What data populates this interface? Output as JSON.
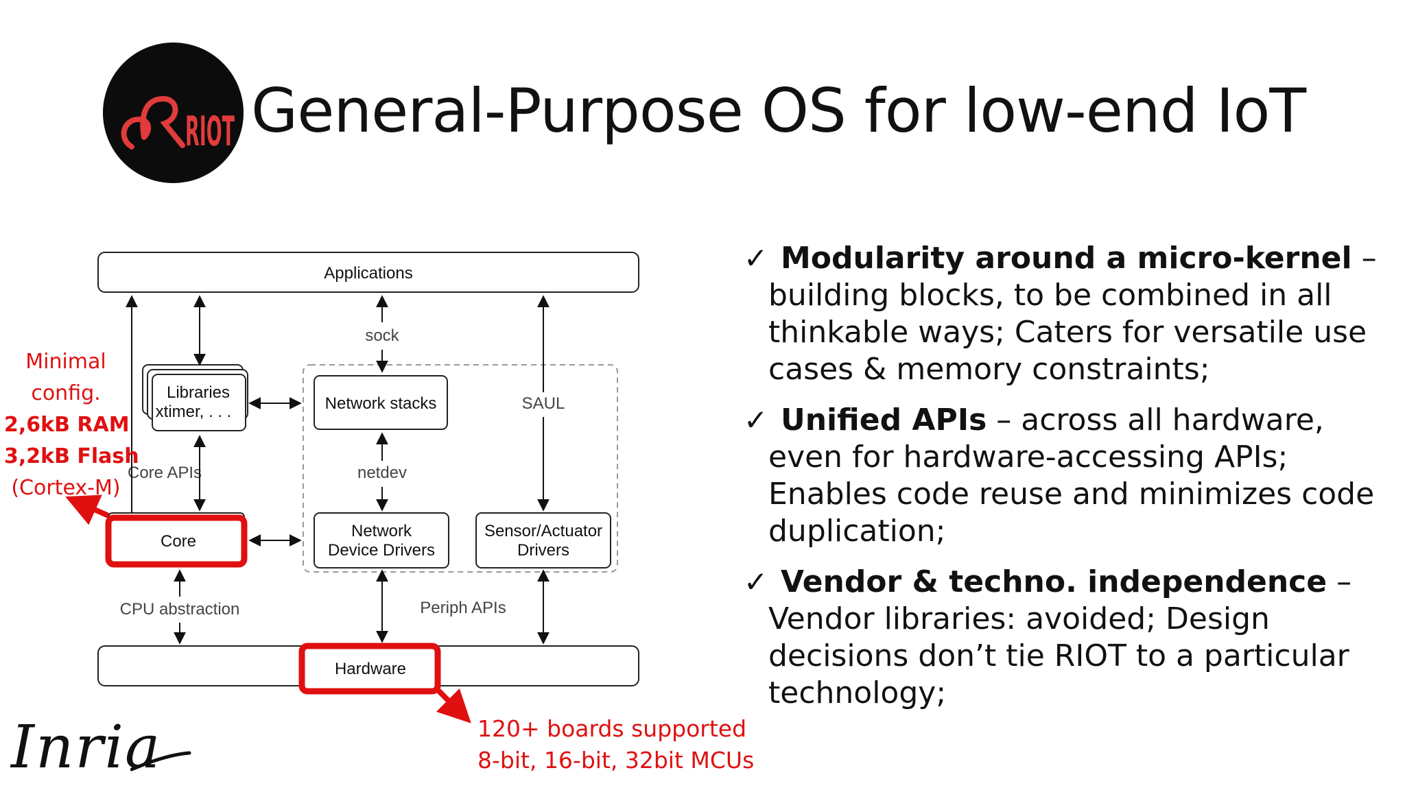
{
  "logo": {
    "text": "RIOT",
    "icon": "riot-logo-icon",
    "colors": {
      "accent": "#e23b3b",
      "background": "#0c0c0c"
    }
  },
  "title": "General-Purpose OS for low-end IoT",
  "diagram": {
    "applications": "Applications",
    "libraries": "Libraries",
    "libraries_sub": "xtimer, . . .",
    "network_stacks": "Network stacks",
    "saul": "SAUL",
    "sock": "sock",
    "netdev": "netdev",
    "core_apis": "Core APIs",
    "core": "Core",
    "network_device_drivers_l1": "Network",
    "network_device_drivers_l2": "Device Drivers",
    "sensor_actuator_l1": "Sensor/Actuator",
    "sensor_actuator_l2": "Drivers",
    "cpu_abstraction": "CPU abstraction",
    "periph_apis": "Periph APIs",
    "hardware": "Hardware"
  },
  "minimal_config": {
    "line1": "Minimal",
    "line2": "config.",
    "ram": "2,6kB RAM",
    "flash": "3,2kB Flash",
    "arch": "(Cortex-M)"
  },
  "boards_note": {
    "line1": "120+ boards supported",
    "line2": "8-bit, 16-bit, 32bit MCUs"
  },
  "bullets": [
    {
      "head": "Modularity around a micro-kernel",
      "sep": " – ",
      "text": "building blocks, to be combined in all thinkable ways; Caters for versatile use cases & memory constraints;"
    },
    {
      "head": "Unified APIs",
      "sep": " – ",
      "text": "across all hardware, even for hardware-accessing APIs; Enables code reuse and minimizes code duplication;"
    },
    {
      "head": "Vendor & techno. independence",
      "sep": " – ",
      "text": "Vendor libraries: avoided; Design decisions don’t tie RIOT to a particular technology;"
    }
  ],
  "check_glyph": "✓",
  "inria": "Inria",
  "colors": {
    "highlight_red": "#e01010"
  }
}
